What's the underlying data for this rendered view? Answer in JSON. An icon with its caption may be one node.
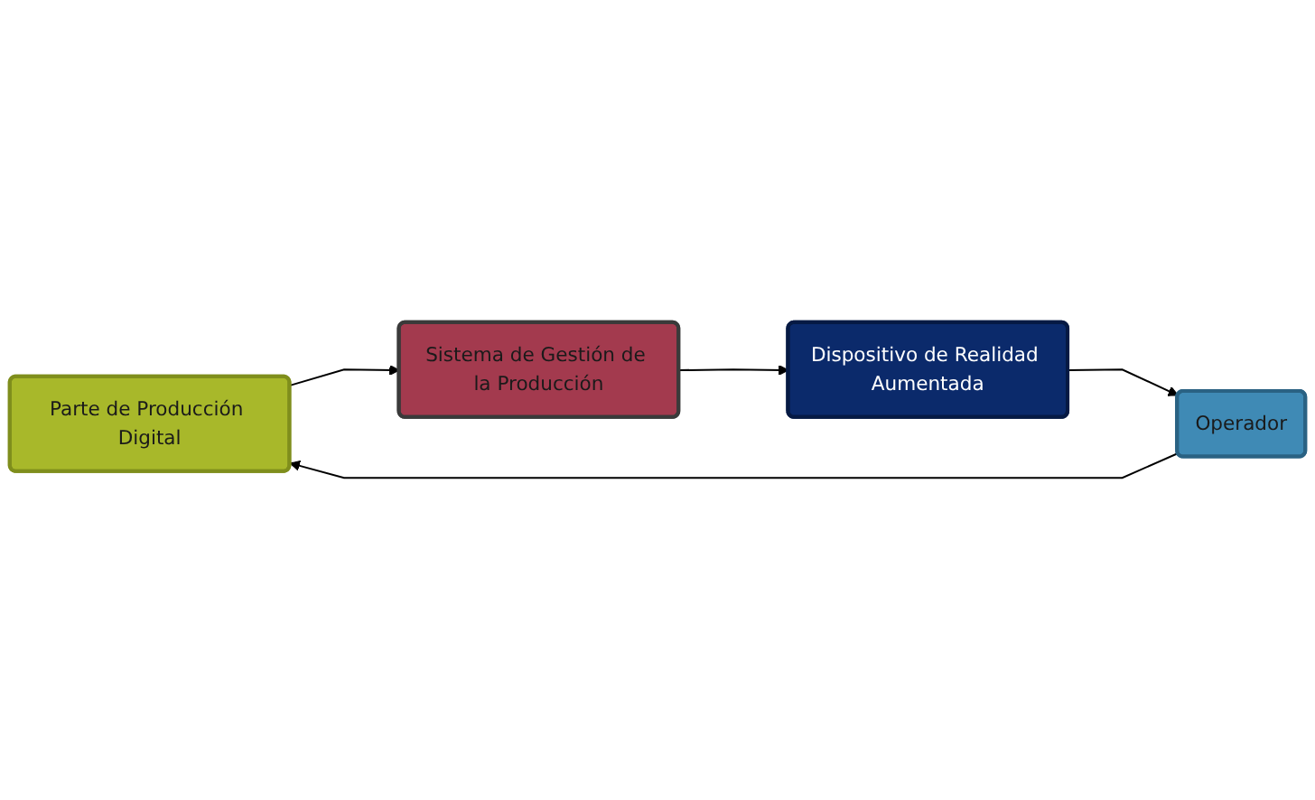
{
  "diagram": {
    "nodes": [
      {
        "text": [
          "Parte de Producción Digital"
        ]
      },
      {
        "text": [
          "Sistema de Gestión de la Producción"
        ]
      },
      {
        "text": [
          "Dispositivo de Realidad Aumentada"
        ]
      },
      {
        "text": [
          "Operador"
        ]
      }
    ],
    "edges": [
      {
        "from": 0,
        "to": 1,
        "arrow": "to"
      },
      {
        "from": 1,
        "to": 2,
        "arrow": "to"
      },
      {
        "from": 2,
        "to": 3,
        "arrow": "to"
      },
      {
        "from": 3,
        "to": 0,
        "arrow": "to"
      }
    ]
  }
}
